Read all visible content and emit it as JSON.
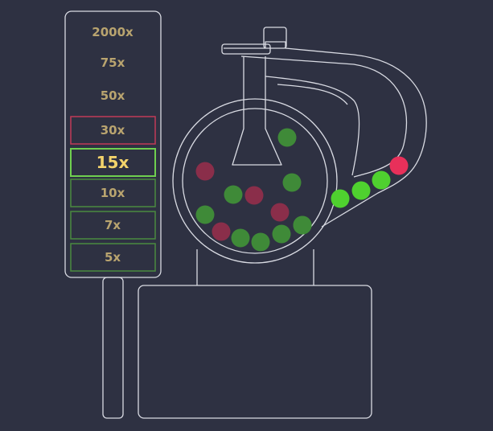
{
  "colors": {
    "background": "#2e3142",
    "outline": "#d9dbe3",
    "gold_text": "#b9a46f",
    "active_text": "#f3d36b",
    "green_border": "#4a8a3f",
    "active_border": "#6fd04f",
    "red_border": "#c03a58",
    "ball_green_dim": "#3f8a38",
    "ball_red_dim": "#8a2e4a",
    "ball_green_bright": "#4fd12f",
    "ball_red_bright": "#e8305a"
  },
  "multipliers": [
    {
      "label": "2000x",
      "state": "plain"
    },
    {
      "label": "75x",
      "state": "plain"
    },
    {
      "label": "50x",
      "state": "plain"
    },
    {
      "label": "30x",
      "state": "red"
    },
    {
      "label": "15x",
      "state": "active"
    },
    {
      "label": "10x",
      "state": "green"
    },
    {
      "label": "7x",
      "state": "green"
    },
    {
      "label": "5x",
      "state": "green"
    }
  ],
  "drum_balls": [
    "green",
    "red",
    "green",
    "green",
    "red",
    "green",
    "red",
    "green",
    "red",
    "green",
    "green",
    "green",
    "green"
  ],
  "chute_balls": [
    "green",
    "green",
    "green",
    "red"
  ]
}
